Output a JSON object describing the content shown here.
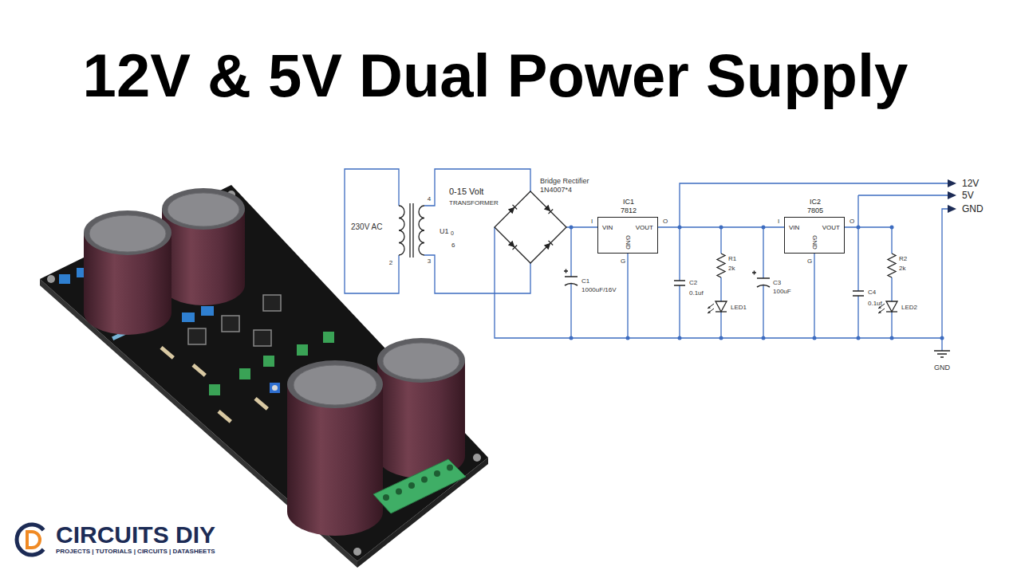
{
  "diagram": {
    "title": "12V & 5V Dual Power Supply",
    "nodes": [
      {
        "text": [
          "IC1",
          "7812",
          "VIN",
          "VOUT",
          "GND"
        ]
      },
      {
        "text": [
          "IC2",
          "7805",
          "VIN",
          "VOUT",
          "GND"
        ]
      }
    ],
    "edges": [
      {
        "from": 0,
        "to": 1,
        "arrow": "none"
      }
    ],
    "labels": [
      "230V AC",
      "0-15 Volt",
      "TRANSFORMER",
      "4",
      "U1",
      "0",
      "6",
      "3",
      "2",
      "Bridge Rectifier",
      "1N4007*4",
      "I",
      "O",
      "G",
      "C1",
      "1000uF/16V",
      "C2",
      "0.1uf",
      "R1",
      "2k",
      "LED1",
      "C3",
      "100uF",
      "I",
      "O",
      "G",
      "C4",
      "0.1uf",
      "R2",
      "2k",
      "LED2",
      "12V",
      "5V",
      "GND",
      "GND",
      "CIRCUITS DIY",
      "PROJECTS | TUTORIALS | CIRCUITS | DATASHEETS"
    ]
  }
}
